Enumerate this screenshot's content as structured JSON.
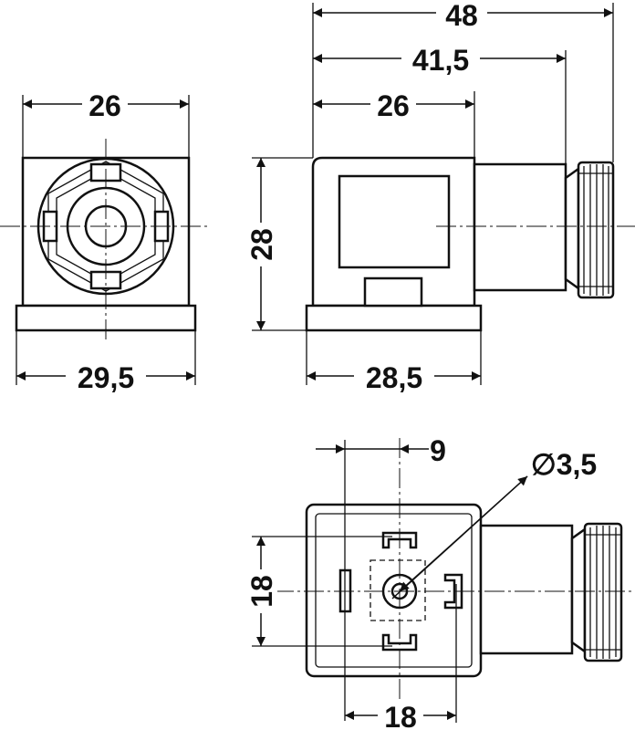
{
  "drawing": {
    "front_view": {
      "top_width": "26",
      "bottom_width": "29,5"
    },
    "side_view": {
      "total_length": "48",
      "length_to_nut": "41,5",
      "body_length": "26",
      "height": "28",
      "base_length": "28,5"
    },
    "bottom_view": {
      "pin_offset": "9",
      "pin_diameter": "∅3,5",
      "vertical_pitch": "18",
      "horizontal_pitch": "18"
    }
  }
}
